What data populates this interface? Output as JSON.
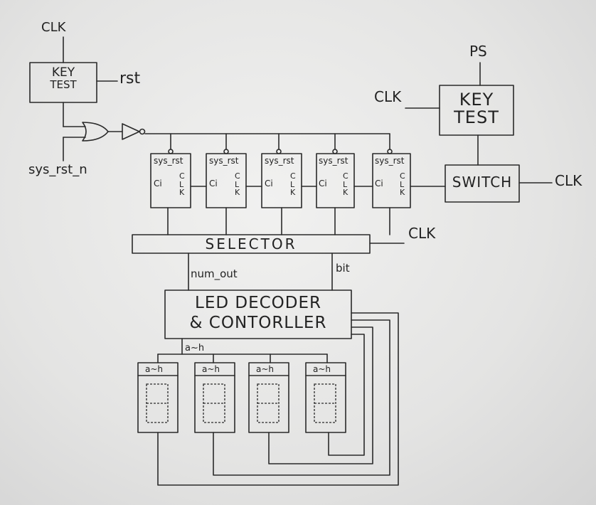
{
  "left_key_test": {
    "title_line1": "KEY",
    "title_line2": "TEST",
    "clk": "CLK",
    "rst": "rst",
    "sys_rst_n": "sys_rst_n"
  },
  "right_key_test": {
    "title_line1": "KEY",
    "title_line2": "TEST",
    "ps": "PS",
    "clk": "CLK"
  },
  "switch": {
    "label": "SWITCH",
    "clk": "CLK"
  },
  "counters": [
    {
      "top": "sys_rst",
      "ci": "Ci",
      "clk": "CLK"
    },
    {
      "top": "sys_rst",
      "ci": "Ci",
      "clk": "CLK"
    },
    {
      "top": "sys_rst",
      "ci": "Ci",
      "clk": "CLK"
    },
    {
      "top": "sys_rst",
      "ci": "Ci",
      "clk": "CLK"
    },
    {
      "top": "sys_rst",
      "ci": "Ci",
      "clk": "CLK"
    }
  ],
  "selector": {
    "label": "SELECTOR",
    "clk": "CLK",
    "num_out": "num_out",
    "bit": "bit"
  },
  "decoder": {
    "line1": "LED DECODER",
    "line2": "& CONTORLLER",
    "bus": "a~h"
  },
  "displays": [
    {
      "bus": "a~h"
    },
    {
      "bus": "a~h"
    },
    {
      "bus": "a~h"
    },
    {
      "bus": "a~h"
    }
  ],
  "colors": {
    "ink": "#2a2a2a",
    "paper": "#ebebea"
  }
}
